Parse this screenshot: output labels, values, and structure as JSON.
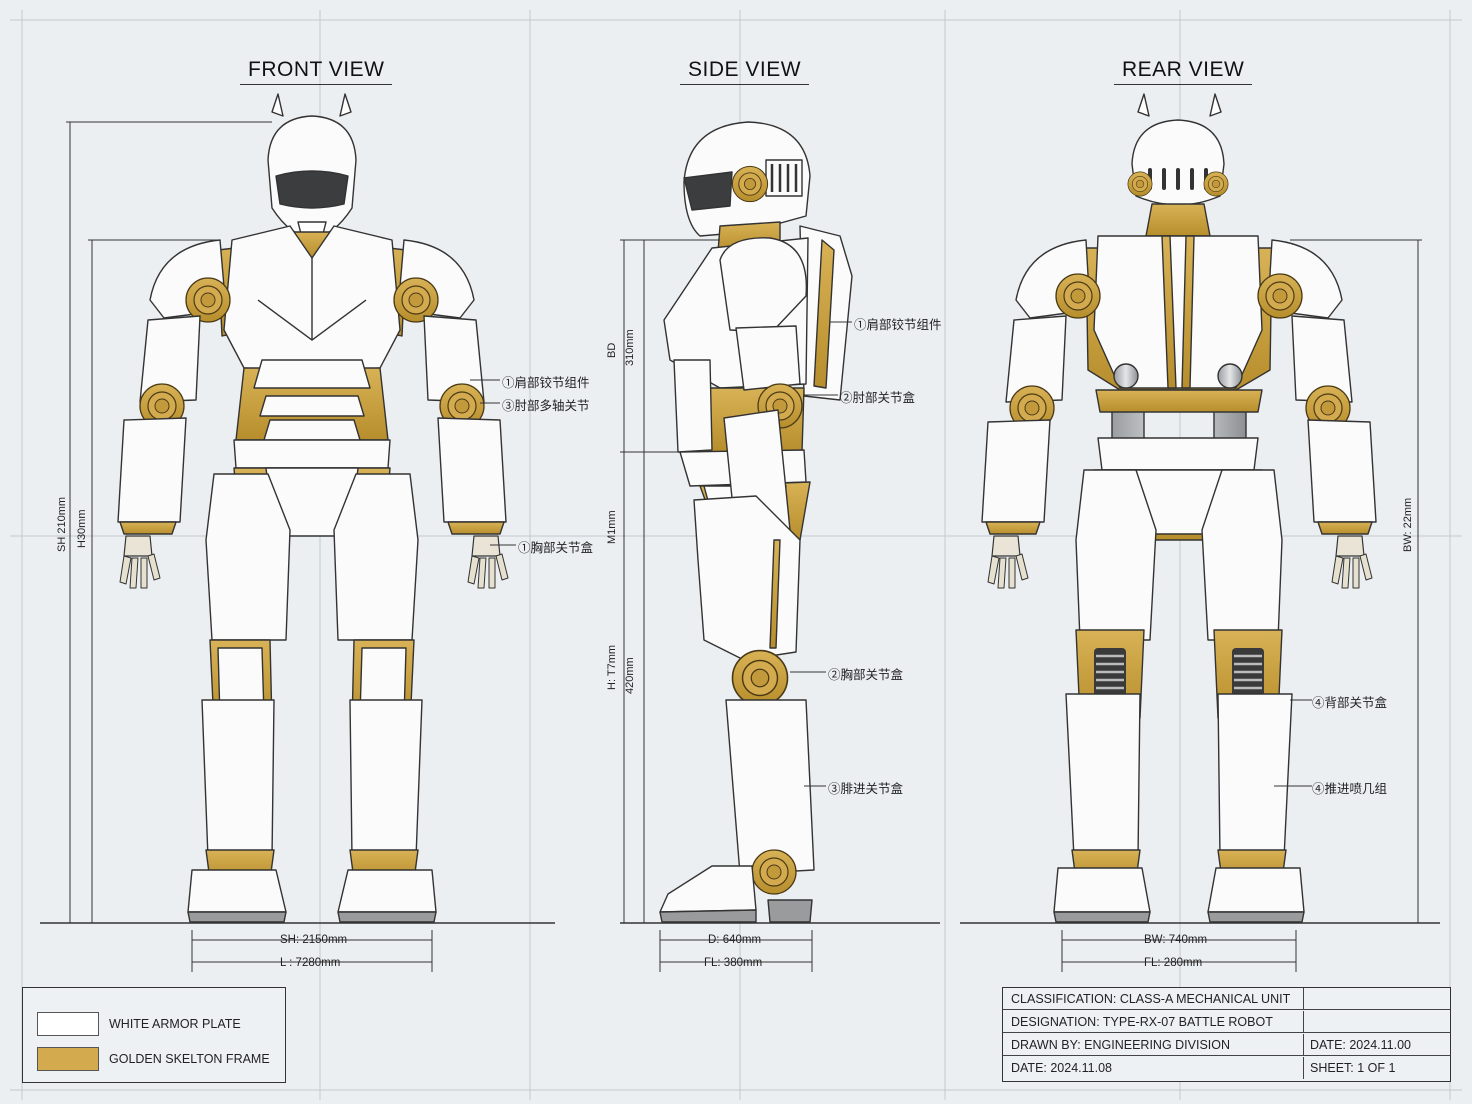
{
  "views": {
    "front": "FRONT VIEW",
    "side": "SIDE VIEW",
    "rear": "REAR VIEW"
  },
  "callouts": {
    "front": [
      "①肩部铰节组件",
      "③肘部多轴关节",
      "①胸部关节盒"
    ],
    "side": [
      "①肩部铰节组件",
      "②肘部关节盒",
      "②胸部关节盒",
      "③腓进关节盒"
    ],
    "rear": [
      "④背部关节盒",
      "④推进喷几组"
    ]
  },
  "dimensions": {
    "front_h1": "SH: 2150mm",
    "front_h2": "L : 7280mm",
    "front_v1": "SH 210mm",
    "front_v2": "H30mm",
    "side_h1": "D: 640mm",
    "side_h2": "FL: 380mm",
    "side_v1": "BD",
    "side_v2": "310mm",
    "side_v3": "M1mm",
    "side_v4": "H: T7mm",
    "side_v5": "420mm",
    "rear_h1": "BW: 740mm",
    "rear_h2": "FL: 280mm",
    "rear_v1": "BW: 22mm"
  },
  "legend": {
    "items": [
      {
        "label": "WHITE ARMOR PLATE",
        "color": "#ffffff"
      },
      {
        "label": "GOLDEN SKELTON FRAME",
        "color": "#d4aa4e"
      }
    ]
  },
  "title_block": {
    "classification": "CLASSIFICATION: CLASS-A MECHANICAL UNIT",
    "designation": "DESIGNATION: TYPE-RX-07 BATTLE ROBOT",
    "drawn_by": "DRAWN BY: ENGINEERING DIVISION",
    "date_right": "DATE:  2024.11.00",
    "date": "DATE: 2024.11.08",
    "sheet": "SHEET:  1 OF 1"
  },
  "colors": {
    "armor": "#fbfbfb",
    "frame": "#c9a23e",
    "line": "#333333",
    "background": "#eceff2"
  }
}
